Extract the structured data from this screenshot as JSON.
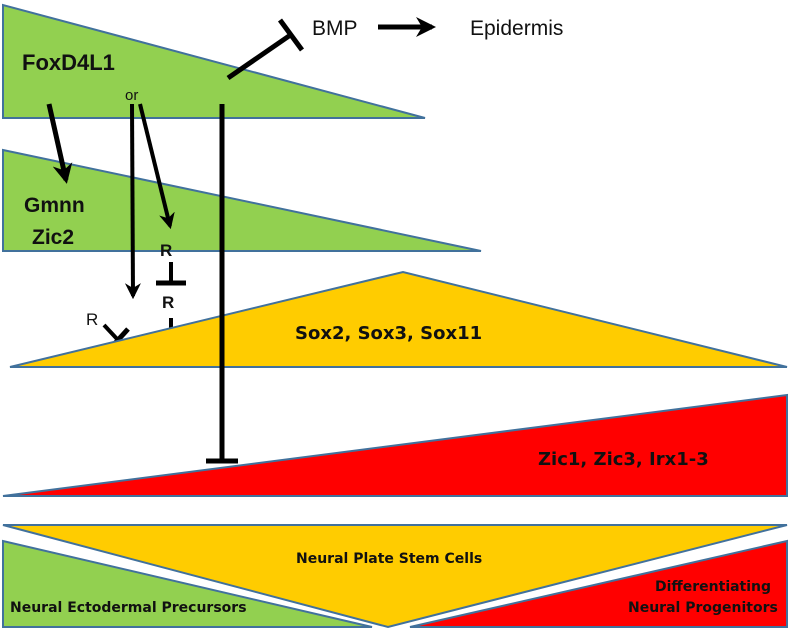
{
  "colors": {
    "green": "#92d050",
    "yellow": "#ffcc00",
    "red": "#ff0000",
    "outline": "#41719c",
    "arrow": "#000000"
  },
  "labels": {
    "foxd4l1": "FoxD4L1",
    "or": "or",
    "bmp": "BMP",
    "epidermis": "Epidermis",
    "gmnn": "Gmnn",
    "zic2": "Zic2",
    "r_upper": "R",
    "r_middle": "R",
    "r_left": "R",
    "sox": "Sox2, Sox3, Sox11",
    "zic_irx": "Zic1, Zic3, Irx1-3",
    "neural_plate": "Neural Plate Stem Cells",
    "neural_ecto": "Neural Ectodermal Precursors",
    "diff_line1": "Differentiating",
    "diff_line2": "Neural Progenitors"
  },
  "relations": [
    {
      "from": "FoxD4L1",
      "to": "Gmnn/Zic2",
      "type": "activates"
    },
    {
      "from": "FoxD4L1",
      "to": "R (via Gmnn/Zic2)",
      "type": "activates",
      "note": "or"
    },
    {
      "from": "FoxD4L1",
      "to": "R (Sox2, Sox3, Sox11)",
      "type": "activates",
      "note": "or"
    },
    {
      "from": "R",
      "to": "R",
      "type": "represses"
    },
    {
      "from": "R",
      "to": "Sox2, Sox3, Sox11",
      "type": "represses"
    },
    {
      "from": "FoxD4L1",
      "to": "BMP",
      "type": "represses"
    },
    {
      "from": "BMP",
      "to": "Epidermis",
      "type": "activates"
    },
    {
      "from": "FoxD4L1",
      "to": "Zic1, Zic3, Irx1-3",
      "type": "represses"
    }
  ]
}
